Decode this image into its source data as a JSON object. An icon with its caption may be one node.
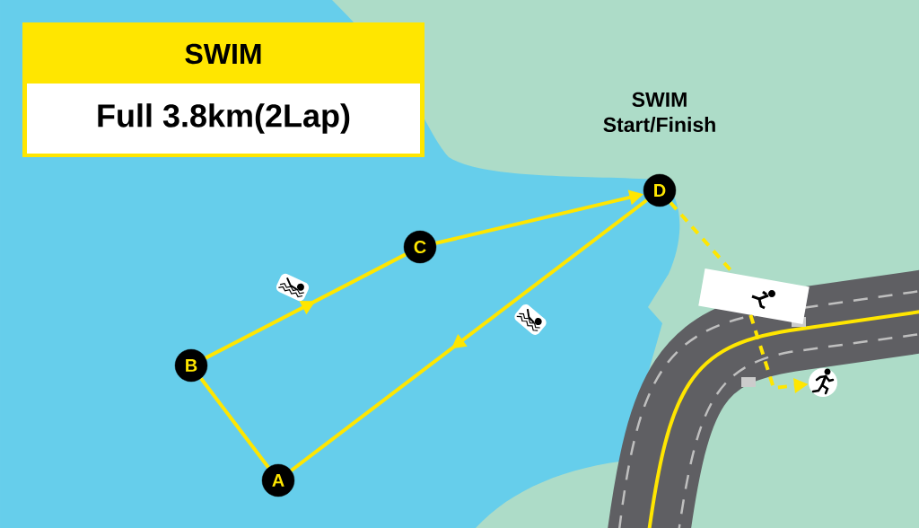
{
  "diagram": {
    "nodes": [
      {
        "text": [
          "SWIM",
          "Full 3.8km(2Lap)"
        ]
      },
      {
        "text": [
          "A"
        ]
      },
      {
        "text": [
          "B"
        ]
      },
      {
        "text": [
          "C"
        ]
      },
      {
        "text": [
          "D"
        ]
      },
      {
        "text": [],
        "shape": "box"
      },
      {
        "text": [],
        "shape": "picture"
      }
    ],
    "edges": [
      {
        "from": 1,
        "to": 2,
        "arrow": "none"
      },
      {
        "from": 2,
        "to": 3,
        "arrow": "to"
      },
      {
        "from": 3,
        "to": 4,
        "arrow": "to"
      },
      {
        "from": 4,
        "to": 1,
        "arrow": "to"
      },
      {
        "from": 4,
        "to": 5,
        "arrow": "none",
        "style": "dashed"
      },
      {
        "from": 5,
        "to": 6,
        "arrow": "to",
        "style": "dashed"
      }
    ],
    "labels": [
      "SWIM Start/Finish"
    ]
  }
}
